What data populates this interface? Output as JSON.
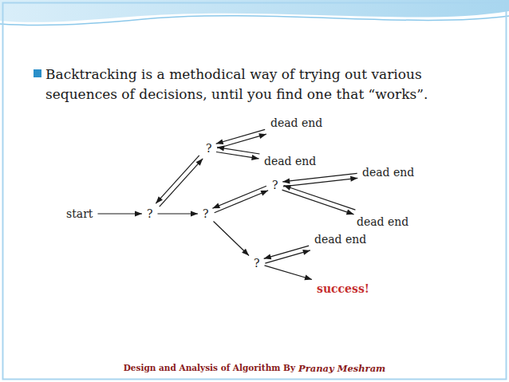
{
  "diagram": {
    "nodes": [
      {
        "text": [
          "start"
        ]
      },
      {
        "text": [
          "?"
        ]
      },
      {
        "text": [
          "?"
        ]
      },
      {
        "text": [
          "dead end"
        ]
      },
      {
        "text": [
          "dead end"
        ]
      },
      {
        "text": [
          "?"
        ]
      },
      {
        "text": [
          "?"
        ]
      },
      {
        "text": [
          "dead end"
        ]
      },
      {
        "text": [
          "dead end"
        ]
      },
      {
        "text": [
          "?"
        ]
      },
      {
        "text": [
          "dead end"
        ]
      },
      {
        "text": [
          "success!"
        ]
      }
    ],
    "edges": [
      {
        "from": 0,
        "to": 1,
        "arrow": "to"
      },
      {
        "from": 1,
        "to": 2,
        "arrow": "both"
      },
      {
        "from": 2,
        "to": 3,
        "arrow": "both"
      },
      {
        "from": 2,
        "to": 4,
        "arrow": "both"
      },
      {
        "from": 1,
        "to": 5,
        "arrow": "to"
      },
      {
        "from": 5,
        "to": 6,
        "arrow": "both"
      },
      {
        "from": 6,
        "to": 7,
        "arrow": "both"
      },
      {
        "from": 6,
        "to": 8,
        "arrow": "both"
      },
      {
        "from": 5,
        "to": 9,
        "arrow": "to"
      },
      {
        "from": 9,
        "to": 10,
        "arrow": "both"
      },
      {
        "from": 9,
        "to": 11,
        "arrow": "to"
      }
    ],
    "labels": [
      "Backtracking is a methodical way of trying out various sequences of decisions, until you find one that “works”.",
      "Design and Analysis of Algorithm By",
      "Pranay Meshram"
    ]
  }
}
